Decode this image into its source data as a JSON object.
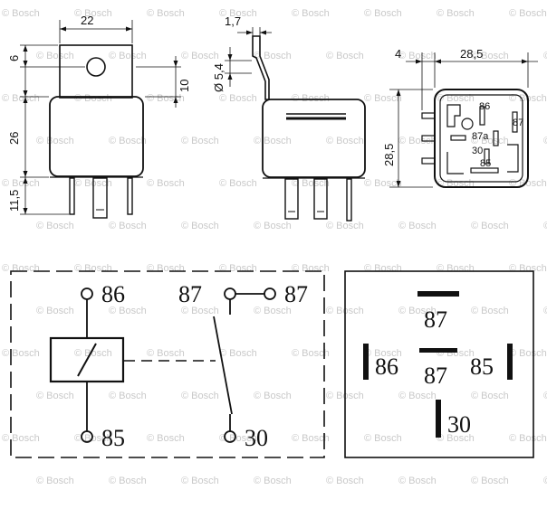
{
  "watermark": "© Bosch",
  "dimensions": {
    "width_body": "22",
    "tab_height": "6",
    "hole_diameter": "Ø 5,4",
    "tab_offset": "10",
    "body_height": "26",
    "pin_length": "11,5",
    "tab_thickness": "1,7",
    "base_offset": "4",
    "base_width": "28,5",
    "base_height": "28,5"
  },
  "base_view_labels": {
    "t86": "86",
    "t87": "87",
    "t87a": "87a",
    "t30": "30",
    "t85": "85"
  },
  "schematic": {
    "t86": "86",
    "t85": "85",
    "t87_left": "87",
    "t87_right": "87",
    "t30": "30"
  },
  "pinout": {
    "top": "87",
    "center": "87",
    "left": "86",
    "right": "85",
    "bottom": "30"
  }
}
